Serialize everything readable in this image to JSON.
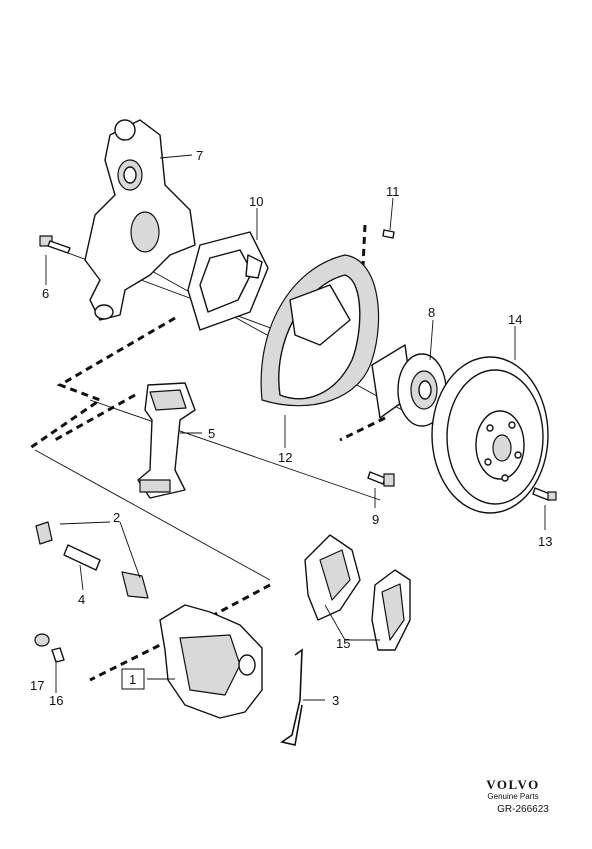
{
  "callouts": {
    "c1": "1",
    "c2": "2",
    "c3": "3",
    "c4": "4",
    "c5": "5",
    "c6": "6",
    "c7": "7",
    "c8": "8",
    "c9": "9",
    "c10": "10",
    "c11": "11",
    "c12": "12",
    "c13": "13",
    "c14": "14",
    "c15": "15",
    "c16": "16",
    "c17": "17"
  },
  "footer": {
    "logo": "VOLVO",
    "tagline": "Genuine Parts",
    "reference": "GR-266623"
  }
}
